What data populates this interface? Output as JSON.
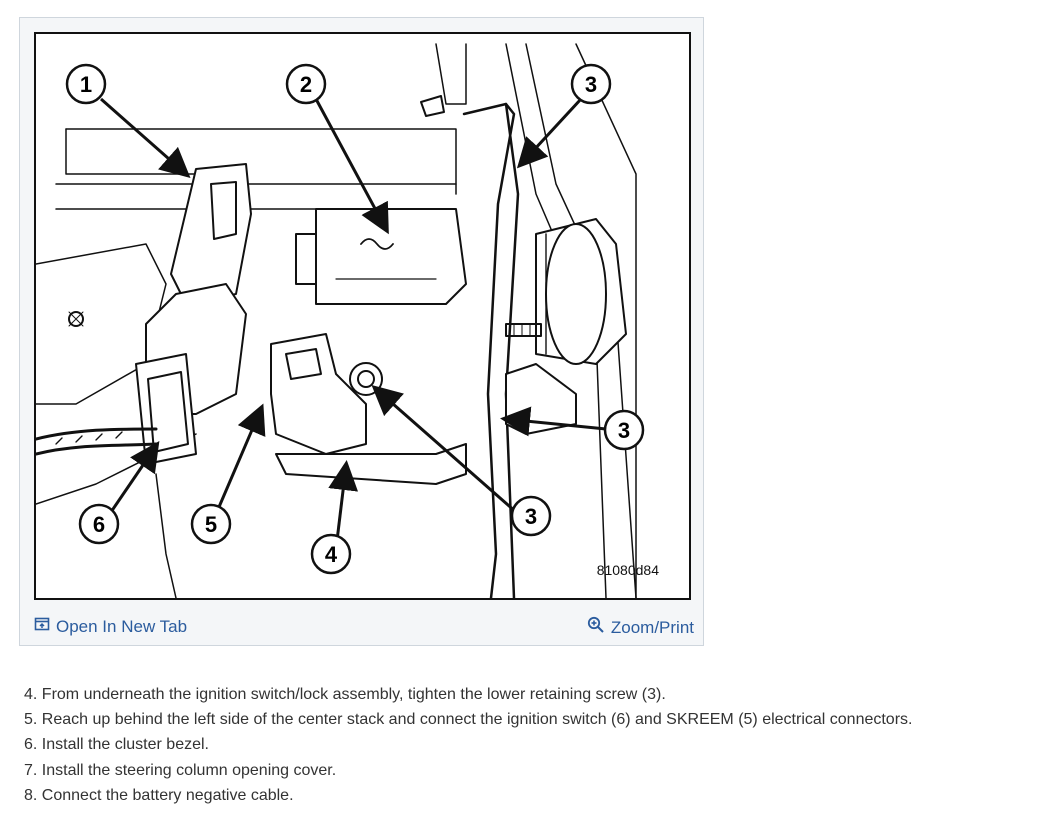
{
  "figure": {
    "callouts": [
      "1",
      "2",
      "3",
      "3",
      "3",
      "4",
      "5",
      "6"
    ],
    "figure_code": "81080d84"
  },
  "actions": {
    "open_new_tab": "Open In New Tab",
    "zoom_print": "Zoom/Print",
    "link_color": "#2b5c9e"
  },
  "steps": [
    "4. From underneath the ignition switch/lock assembly, tighten the lower retaining screw (3).",
    "5. Reach up behind the left side of the center stack and connect the ignition switch (6) and SKREEM (5) electrical connectors.",
    "6. Install the cluster bezel.",
    "7. Install the steering column opening cover.",
    "8. Connect the battery negative cable."
  ]
}
